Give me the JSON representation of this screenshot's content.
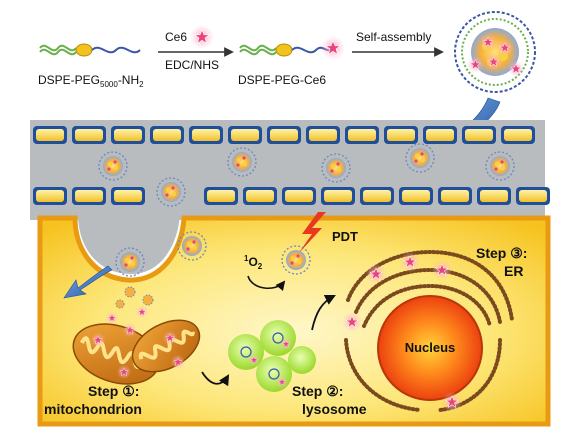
{
  "synthesis": {
    "reactant_label": "DSPE-PEG",
    "reactant_subscript": "5000",
    "reactant_suffix": "-NH",
    "reactant_suffix_sub": "2",
    "reagent_top": "Ce6",
    "reagent_bottom": "EDC/NHS",
    "product_label": "DSPE-PEG-Ce6",
    "assembly_label": "Self-assembly"
  },
  "cell": {
    "pdt_label": "PDT",
    "singlet_oxygen_sup": "1",
    "singlet_oxygen_main": "O",
    "singlet_oxygen_sub": "2",
    "nucleus_label": "Nucleus",
    "steps": [
      {
        "line1": "Step ①:",
        "line2": "mitochondrion"
      },
      {
        "line1": "Step ②:",
        "line2": "lysosome"
      },
      {
        "line1": "Step ③:",
        "line2": "ER"
      }
    ]
  },
  "colors": {
    "cytoplasm": "#fbd22a",
    "membrane_dark": "#e89a12",
    "vessel_gray": "#b9bcbf",
    "endothelial_blue": "#1f4f9a",
    "nucleus_core": "#f2420f",
    "lysosome_green": "#b6e63c",
    "star_pink": "#e8457a",
    "arrow_blue": "#2f6fc0"
  }
}
